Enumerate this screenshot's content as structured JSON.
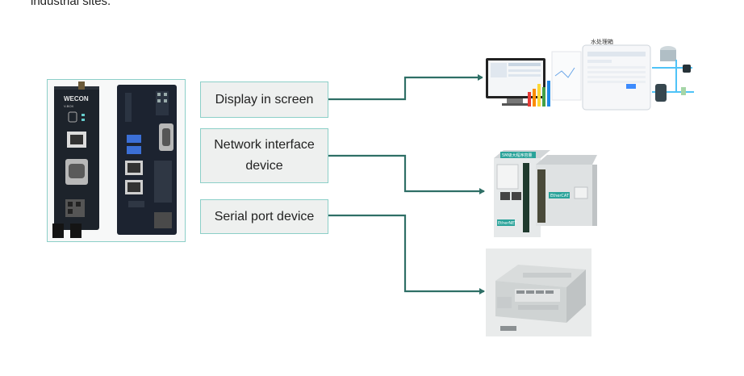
{
  "page": {
    "top_text": "industrial sites."
  },
  "device": {
    "brand_text": "WECON",
    "model_text": "V-BOX"
  },
  "labels": {
    "display": "Display in screen",
    "network_line1": "Network interface",
    "network_line2": "device",
    "serial": "Serial port device"
  },
  "colors": {
    "connector": "#2f6f66",
    "box_border": "#8ccfc8",
    "box_fill": "#eef0ef"
  },
  "targets": {
    "screen_title": "水处理箱",
    "network_tag1": "EtherCAT",
    "network_tag2": "EtherNET",
    "network_tag3": "5M级大程序容量"
  }
}
